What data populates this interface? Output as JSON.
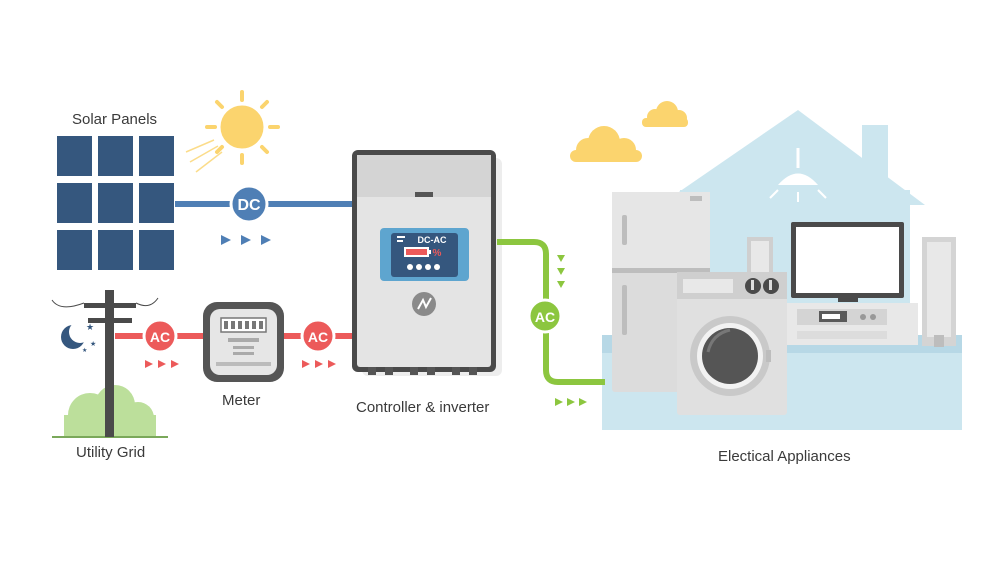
{
  "labels": {
    "solar_panels": "Solar Panels",
    "utility_grid": "Utility Grid",
    "meter": "Meter",
    "controller": "Controller & inverter",
    "appliances": "Electical Appliances"
  },
  "badges": {
    "dc": "DC",
    "ac_grid_left": "AC",
    "ac_grid_right": "AC",
    "ac_house": "AC"
  },
  "inverter_display": {
    "title": "DC-AC",
    "percent": "%"
  },
  "colors": {
    "dc_line": "#4f7fb5",
    "ac_grid_line": "#ec5a5a",
    "ac_house_line": "#8cc63f",
    "house_bg": "#cce6ef",
    "solar_cell": "#35577e",
    "sun": "#fbd46e"
  },
  "icons": {
    "sun": "sun-icon",
    "moon": "moon-icon",
    "lightning": "lightning-icon",
    "lamp": "ceiling-lamp-icon"
  }
}
